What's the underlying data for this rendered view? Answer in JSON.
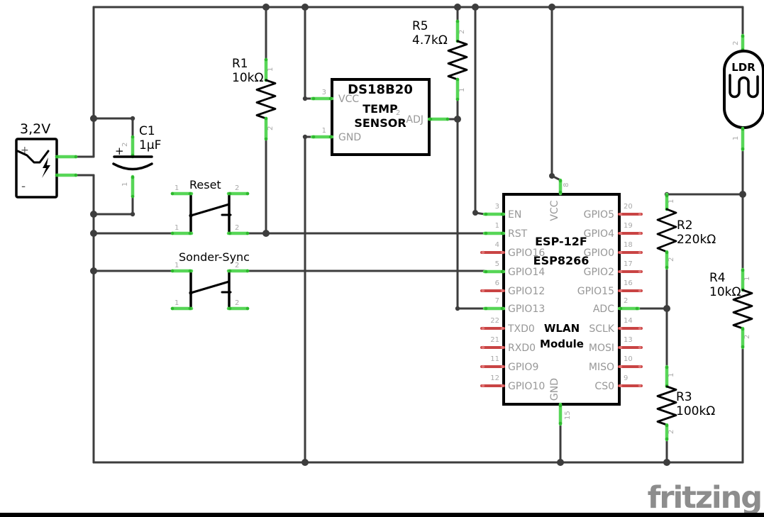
{
  "colors": {
    "wire": "#3d3d3d",
    "connected_pin": "#57d657",
    "unconnected_pin": "#c94444",
    "pin_text": "#979797",
    "watermark": "#8d8d8d"
  },
  "battery": {
    "label": "3,2V",
    "plus": "+",
    "minus": "-"
  },
  "c1": {
    "ref": "C1",
    "value": "1µF",
    "plus": "+",
    "pin_top": "2",
    "pin_bottom": "1"
  },
  "r1": {
    "ref": "R1",
    "value": "10kΩ",
    "pin_top": "1",
    "pin_bottom": "2"
  },
  "r2": {
    "ref": "R2",
    "value": "220kΩ",
    "pin_top": "1",
    "pin_bottom": "2"
  },
  "r3": {
    "ref": "R3",
    "value": "100kΩ",
    "pin_top": "1",
    "pin_bottom": "2"
  },
  "r4": {
    "ref": "R4",
    "value": "10kΩ",
    "pin_top": "1",
    "pin_bottom": "2"
  },
  "r5": {
    "ref": "R5",
    "value": "4.7kΩ",
    "pin_top": "2",
    "pin_bottom": "1"
  },
  "ldr": {
    "label": "LDR",
    "pin_top": "2",
    "pin_bottom": "1"
  },
  "reset_switch": {
    "label": "Reset",
    "pin_tl": "1",
    "pin_tr": "2",
    "pin_bl": "1",
    "pin_br": "2"
  },
  "sync_switch": {
    "label": "Sonder-Sync",
    "pin_tl": "1",
    "pin_tr": "2",
    "pin_bl": "1",
    "pin_br": "2"
  },
  "temp_sensor": {
    "title": "DS18B20",
    "subtitle1": "TEMP",
    "subtitle2": "SENSOR",
    "vcc": {
      "name": "VCC",
      "num": "3"
    },
    "gnd": {
      "name": "GND",
      "num": "1"
    },
    "adj": {
      "name": "ADJ",
      "num": "2"
    }
  },
  "esp": {
    "title1": "ESP-12F",
    "title2": "ESP8266",
    "center1": "WLAN",
    "center2": "Module",
    "vcc": {
      "name": "VCC",
      "num": "8"
    },
    "gnd": {
      "name": "GND",
      "num": "15"
    },
    "left_pins": [
      {
        "name": "EN",
        "num": "3"
      },
      {
        "name": "RST",
        "num": "1"
      },
      {
        "name": "GPIO16",
        "num": "4"
      },
      {
        "name": "GPIO14",
        "num": "5"
      },
      {
        "name": "GPIO12",
        "num": "6"
      },
      {
        "name": "GPIO13",
        "num": "7"
      },
      {
        "name": "TXD0",
        "num": "22"
      },
      {
        "name": "RXD0",
        "num": "21"
      },
      {
        "name": "GPIO9",
        "num": "11"
      },
      {
        "name": "GPIO10",
        "num": "12"
      }
    ],
    "right_pins": [
      {
        "name": "GPIO5",
        "num": "20"
      },
      {
        "name": "GPIO4",
        "num": "19"
      },
      {
        "name": "GPIO0",
        "num": "18"
      },
      {
        "name": "GPIO2",
        "num": "17"
      },
      {
        "name": "GPIO15",
        "num": "16"
      },
      {
        "name": "ADC",
        "num": "2"
      },
      {
        "name": "SCLK",
        "num": "14"
      },
      {
        "name": "MOSI",
        "num": "13"
      },
      {
        "name": "MISO",
        "num": "10"
      },
      {
        "name": "CS0",
        "num": "9"
      }
    ]
  },
  "watermark": "fritzing"
}
